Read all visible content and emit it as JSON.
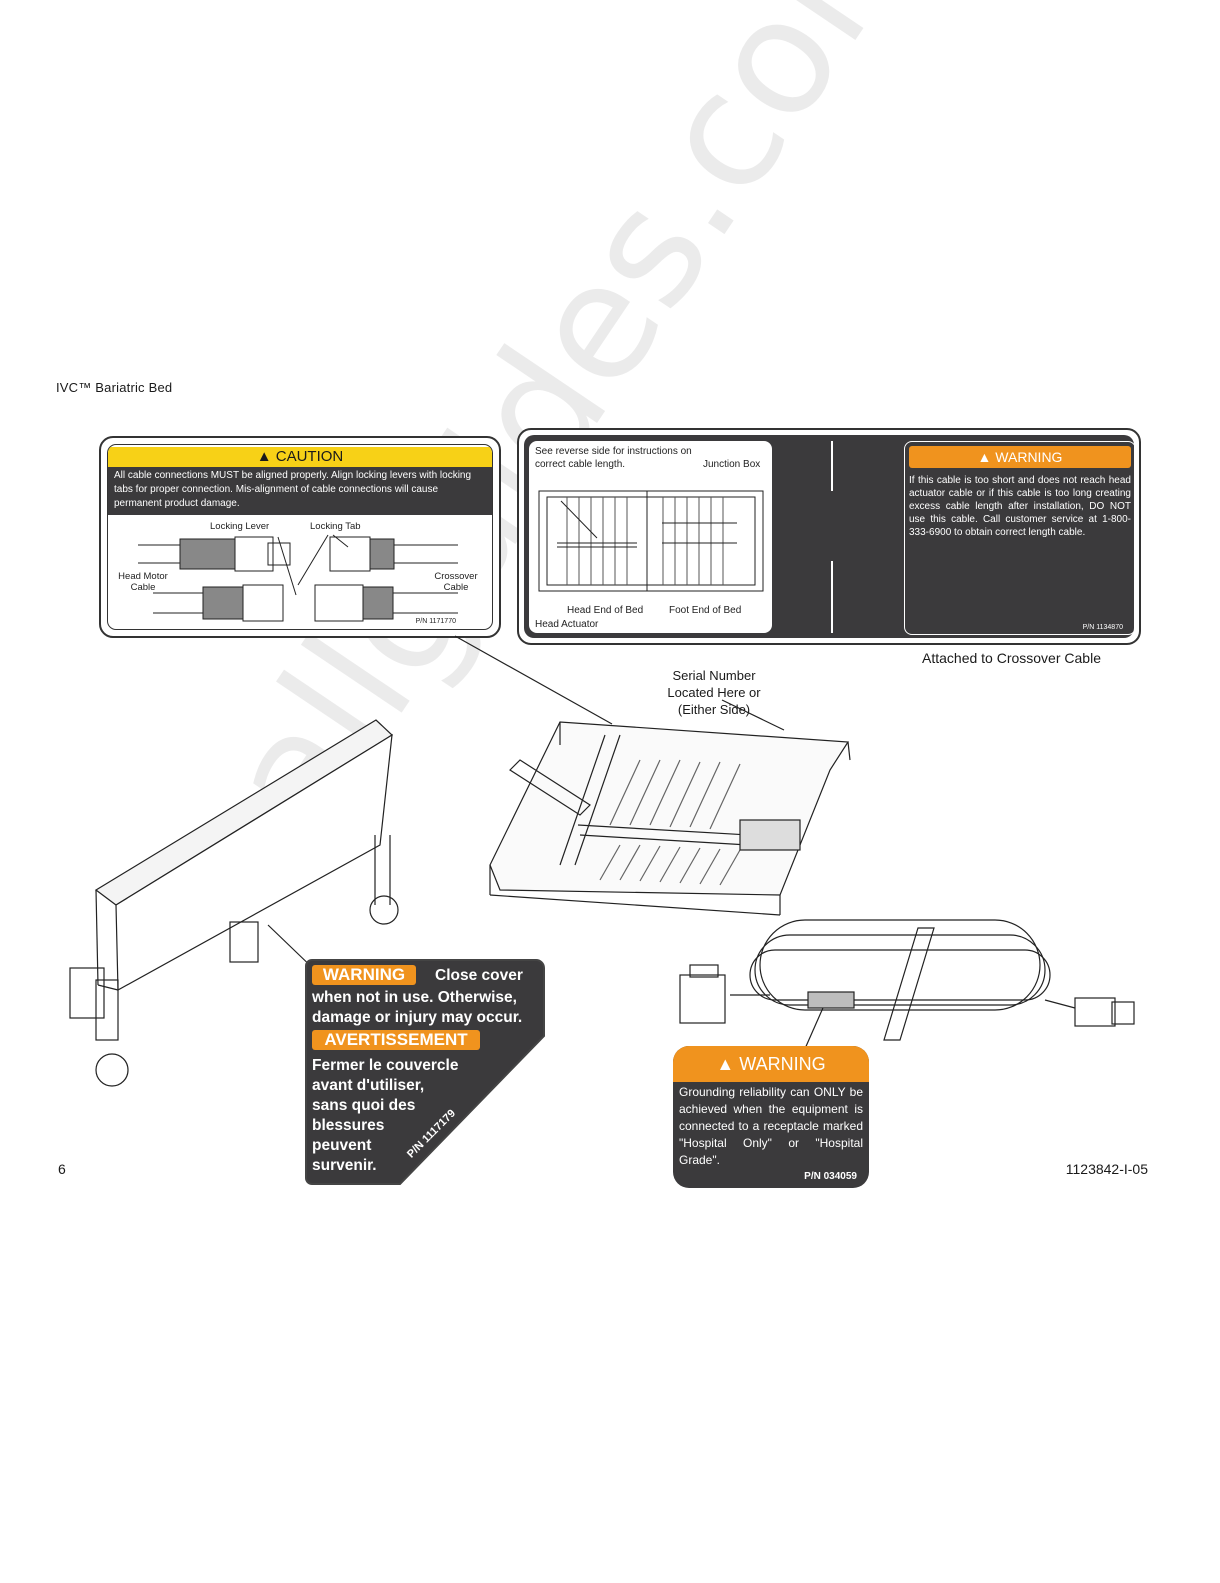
{
  "header": {
    "title": "IVC™  Bariatric Bed"
  },
  "footer": {
    "page_number": "6",
    "doc_number": "1123842-I-05"
  },
  "watermark": {
    "text": "allguides.com"
  },
  "caution_label": {
    "title": "CAUTION",
    "text": "All cable connections MUST be aligned properly. Align locking levers with locking tabs for proper connection.  Mis-alignment of cable connections will cause permanent product damage.",
    "locking_lever": "Locking Lever",
    "locking_tab": "Locking Tab",
    "head_motor_cable": "Head Motor Cable",
    "crossover_cable": "Crossover Cable",
    "pn": "P/N 1171770"
  },
  "cable_label": {
    "reverse_side": "See reverse side for instructions on correct cable length.",
    "junction_box": "Junction Box",
    "head_end": "Head End of Bed",
    "foot_end": "Foot End of Bed",
    "head_actuator": "Head Actuator",
    "warning_title": "WARNING",
    "warning_text": "If this cable is too short and does not reach head actuator cable or if this cable is too long creating excess cable length after installation, DO NOT use this cable. Call customer service at 1-800-333-6900 to obtain correct length cable.",
    "pn": "P/N 1134870",
    "caption": "Attached to Crossover Cable"
  },
  "serial_note": "Serial Number Located Here or (Either Side)",
  "cover_label": {
    "warning_word": "WARNING",
    "line1": "Close cover",
    "line2": "when not in use. Otherwise,",
    "line3": "damage or injury may occur.",
    "avertissement": "AVERTISSEMENT",
    "french_lines": [
      "Fermer le couvercle",
      "avant d'utiliser,",
      "sans quoi des",
      "blessures",
      "peuvent",
      "survenir."
    ],
    "pn": "P/N 1117179"
  },
  "ground_label": {
    "title": "WARNING",
    "text": "Grounding reliability can ONLY be achieved when the equipment is connected to a receptacle marked \"Hospital Only\" or \"Hospital Grade\".",
    "pn": "P/N 034059"
  },
  "colors": {
    "orange": "#f0931e",
    "yellow": "#f7d117",
    "dark": "#3b3a3c"
  }
}
